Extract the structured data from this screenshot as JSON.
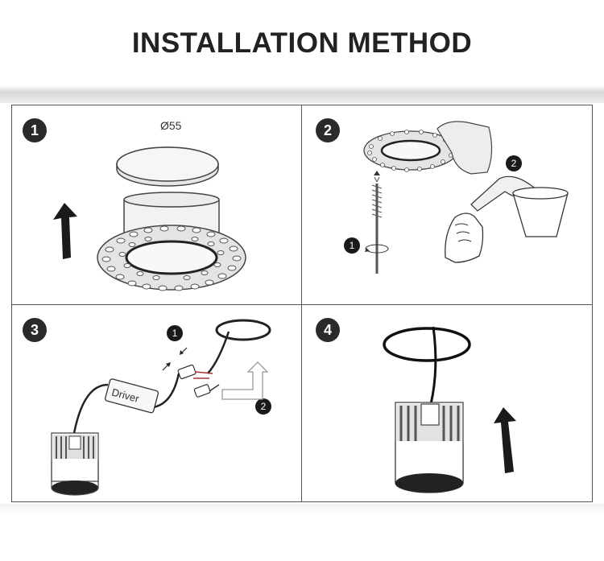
{
  "title": "INSTALLATION METHOD",
  "steps": [
    {
      "number": "1",
      "label": "Ø55"
    },
    {
      "number": "2",
      "substeps": [
        "1",
        "2"
      ]
    },
    {
      "number": "3",
      "substeps": [
        "1",
        "2"
      ],
      "driver_label": "Driver"
    },
    {
      "number": "4"
    }
  ]
}
